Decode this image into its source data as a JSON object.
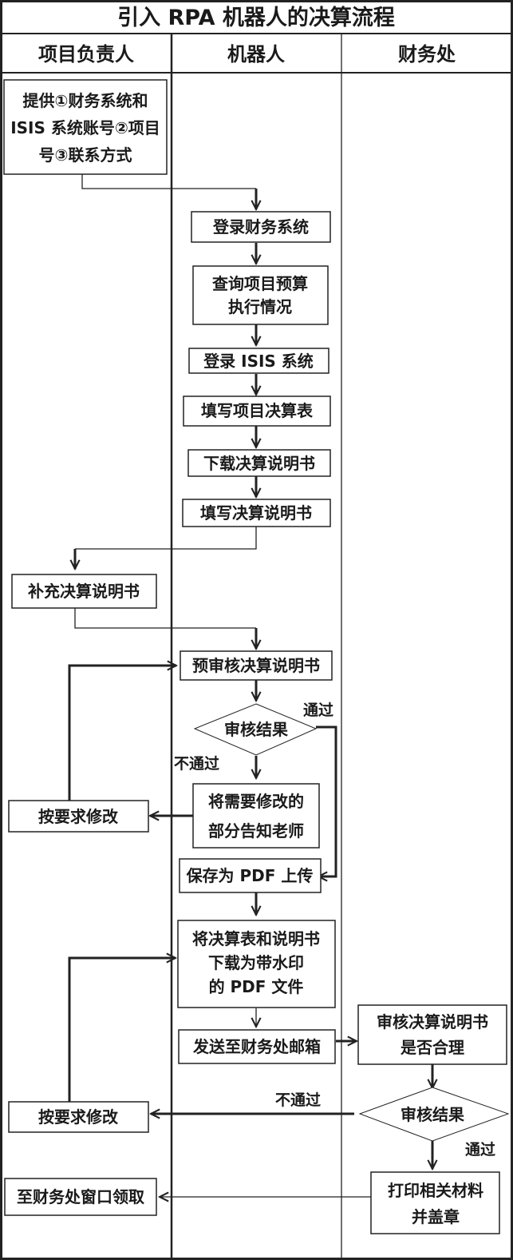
{
  "title": "引入 RPA 机器人的决算流程",
  "lanes": [
    "项目负责人",
    "机器人",
    "财务处"
  ],
  "nodes": {
    "provide_info": [
      "提供①财务系统和",
      "ISIS 系统账号②项目",
      "号③联系方式"
    ],
    "login_finance": [
      "登录财务系统"
    ],
    "query_budget": [
      "查询项目预算",
      "执行情况"
    ],
    "login_isis": [
      "登录 ISIS 系统"
    ],
    "fill_table": [
      "填写项目决算表"
    ],
    "download_doc": [
      "下载决算说明书"
    ],
    "fill_doc": [
      "填写决算说明书"
    ],
    "supplement_doc": [
      "补充决算说明书"
    ],
    "pre_review": [
      "预审核决算说明书"
    ],
    "review_result_1": [
      "审核结果"
    ],
    "notify_teacher": [
      "将需要修改的",
      "部分告知老师"
    ],
    "modify_1": [
      "按要求修改"
    ],
    "save_pdf": [
      "保存为 PDF 上传"
    ],
    "download_watermark": [
      "将决算表和说明书",
      "下载为带水印",
      "的 PDF 文件"
    ],
    "send_email": [
      "发送至财务处邮箱"
    ],
    "finance_review": [
      "审核决算说明书",
      "是否合理"
    ],
    "review_result_2": [
      "审核结果"
    ],
    "modify_2": [
      "按要求修改"
    ],
    "print_stamp": [
      "打印相关材料",
      "并盖章"
    ],
    "collect": [
      "至财务处窗口领取"
    ]
  },
  "edge_labels": {
    "pass_1": "通过",
    "fail_1": "不通过",
    "fail_2": "不通过",
    "pass_2": "通过"
  }
}
